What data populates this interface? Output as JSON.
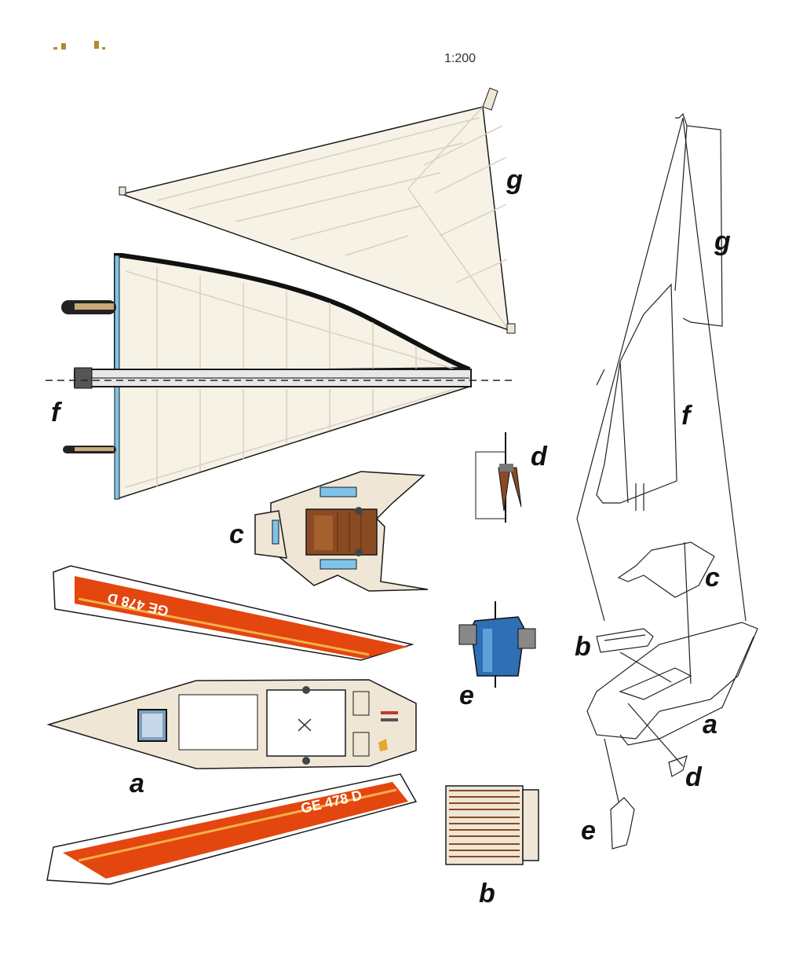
{
  "scale": "1:200",
  "labels": {
    "g_left": "g",
    "g_right": "g",
    "f_left": "f",
    "f_right": "f",
    "c_left": "c",
    "c_right": "c",
    "d_left": "d",
    "d_right": "d",
    "e_left": "e",
    "e_right": "e",
    "a_left": "a",
    "a_right": "a",
    "b_left": "b",
    "b_right": "b"
  },
  "hull_registration_top": "GE 478 D",
  "hull_registration_bottom": "GE 478 D",
  "colors": {
    "sail_fill": "#f6f2e6",
    "hull_orange": "#e4460f",
    "deck_cream": "#efe6d6",
    "wood": "#8a4a22",
    "blue": "#2f6fb5",
    "window_blue": "#7fc4e8",
    "line": "#1a1a1a"
  }
}
